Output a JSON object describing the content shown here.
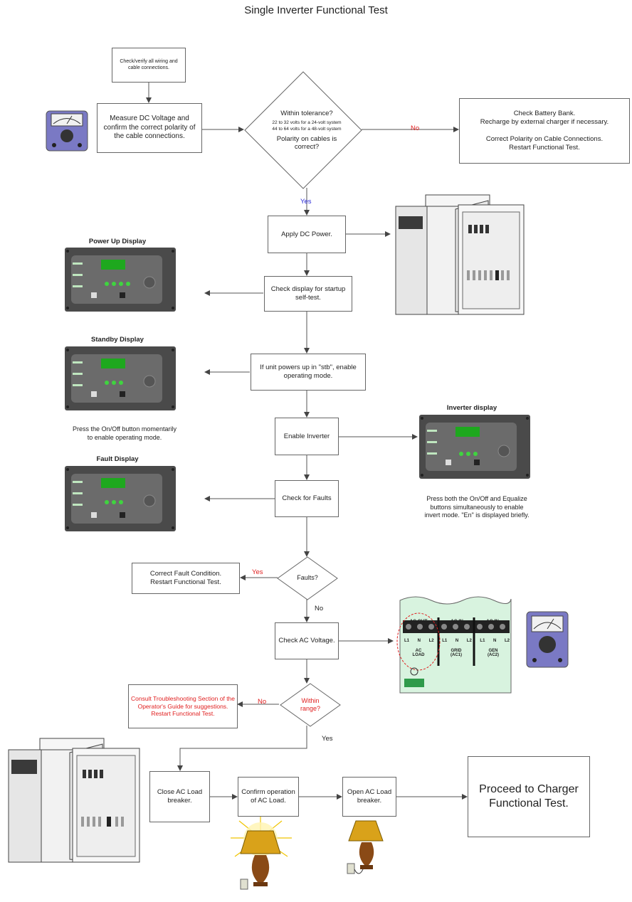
{
  "title": "Single Inverter Functional Test",
  "steps": {
    "check_wiring": "Check/verify all wiring and cable connections.",
    "measure_dc": "Measure DC Voltage and confirm the correct polarity of the cable connections.",
    "tolerance": {
      "line1": "Within tolerance?",
      "line2": "22 to 32 volts for a 24-volt system\n44 to 64 volts for a 48-volt system",
      "line3": "Polarity on cables is\ncorrect?"
    },
    "battery_bank": "Check Battery Bank.\nRecharge by external charger if necessary.\n\nCorrect Polarity on Cable Connections.\nRestart Functional Test.",
    "apply_dc": "Apply DC Power.",
    "check_display": "Check display for startup self-test.",
    "stb": "If unit powers up in \"stb\", enable operating mode.",
    "enable_inverter": "Enable Inverter",
    "check_faults": "Check for Faults",
    "faults_q": "Faults?",
    "correct_fault": "Correct Fault Condition.\nRestart Functional Test.",
    "check_ac": "Check AC Voltage.",
    "within_range": "Within\nrange?",
    "consult": "Consult Troubleshooting Section of the Operator's Guide for suggestions. Restart Functional Test.",
    "close_ac": "Close AC Load breaker.",
    "confirm_ac": "Confirm operation of AC Load.",
    "open_ac": "Open AC Load breaker.",
    "proceed": "Proceed to Charger Functional Test."
  },
  "labels": {
    "no_1": "No",
    "yes_1": "Yes",
    "yes_2": "Yes",
    "no_2": "No",
    "no_3": "No",
    "yes_3": "Yes"
  },
  "captions": {
    "power_up": "Power Up Display",
    "standby": "Standby Display",
    "inverter": "Inverter display",
    "fault": "Fault Display"
  },
  "notes": {
    "standby": "Press the On/Off button momentarily\nto enable operating mode.",
    "inverter": "Press both the On/Off and Equalize\nbuttons simultaneously to enable\ninvert mode. \"En\" is displayed briefly."
  },
  "terminal_block": {
    "headers": [
      "AC OUT",
      "AC IN",
      "AC IN"
    ],
    "pins": [
      "L1",
      "N",
      "L2",
      "L1",
      "N",
      "L2",
      "L1",
      "N",
      "L2"
    ],
    "groups": [
      "AC\nLOAD",
      "GRID\n(AC1)",
      "GEN\n(AC2)"
    ]
  },
  "colors": {
    "no_red": "#e02020",
    "yes_blue": "#2a2ad8",
    "panel_dark": "#4a4a4a",
    "panel_green": "#1ea81e",
    "meter_purple": "#7a79c4",
    "terminal_bg": "#d8f3df"
  }
}
